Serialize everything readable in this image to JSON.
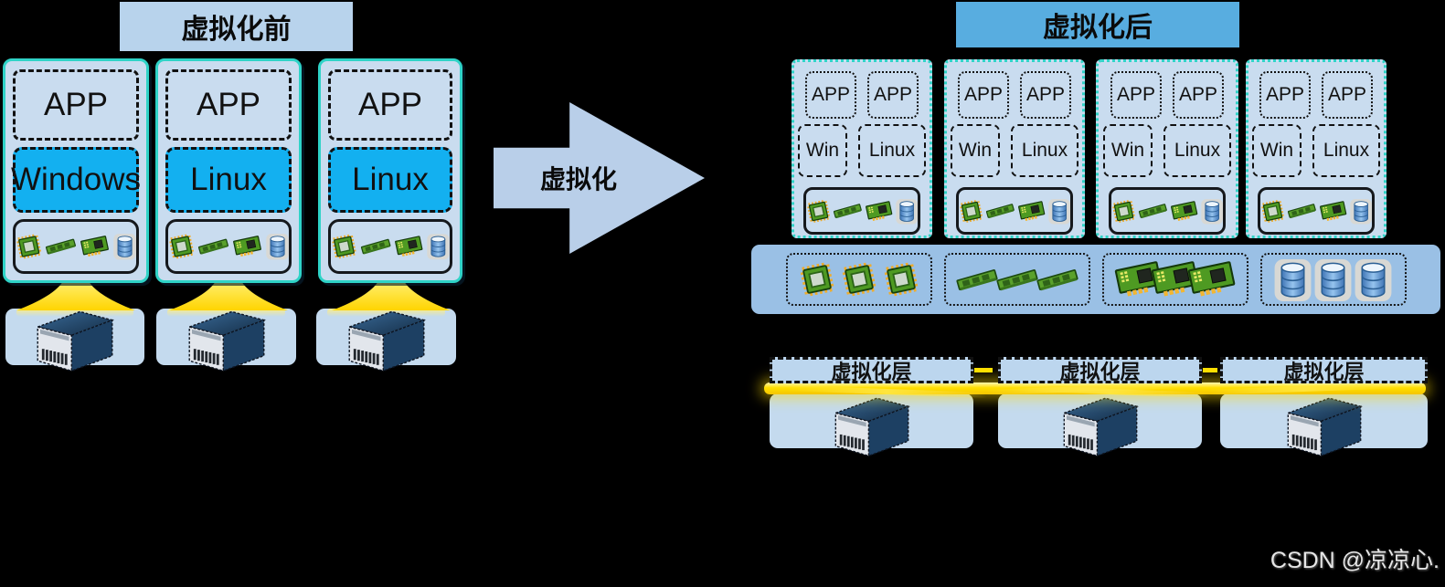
{
  "page": {
    "background": "#000000",
    "watermark": "CSDN @凉凉心."
  },
  "colors": {
    "panel_blue": "#c9dcef",
    "header_light_blue": "#b8d3ec",
    "header_medium_blue": "#58ade0",
    "teal_border": "#2fd3c7",
    "os_blue": "#13b0f0",
    "pool_blue": "#9ac0e5",
    "server_box_blue": "#c4daee",
    "arrow_blue": "#b9cfe9",
    "beam_yellow": "#ffdf00"
  },
  "left": {
    "title": "虚拟化前",
    "stacks": [
      {
        "app_label": "APP",
        "os_label": "Windows"
      },
      {
        "app_label": "APP",
        "os_label": "Linux"
      },
      {
        "app_label": "APP",
        "os_label": "Linux"
      }
    ],
    "hw_icons": [
      "cpu-icon",
      "ram-icon",
      "nic-icon",
      "disk-icon"
    ],
    "server_count": 3
  },
  "transform_arrow": {
    "label": "虚拟化"
  },
  "right": {
    "title": "虚拟化后",
    "vms": [
      {
        "app_labels": [
          "APP",
          "APP"
        ],
        "os_labels": [
          "Win",
          "Linux"
        ]
      },
      {
        "app_labels": [
          "APP",
          "APP"
        ],
        "os_labels": [
          "Win",
          "Linux"
        ]
      },
      {
        "app_labels": [
          "APP",
          "APP"
        ],
        "os_labels": [
          "Win",
          "Linux"
        ]
      },
      {
        "app_labels": [
          "APP",
          "APP"
        ],
        "os_labels": [
          "Win",
          "Linux"
        ]
      }
    ],
    "resource_pool": {
      "groups": [
        {
          "icon": "cpu-icon",
          "count": 3
        },
        {
          "icon": "ram-icon",
          "count": 3
        },
        {
          "icon": "nic-icon",
          "count": 3
        },
        {
          "icon": "disk-icon",
          "count": 3
        }
      ]
    },
    "virt_layers": [
      "虚拟化层",
      "虚拟化层",
      "虚拟化层"
    ],
    "server_count": 3
  }
}
